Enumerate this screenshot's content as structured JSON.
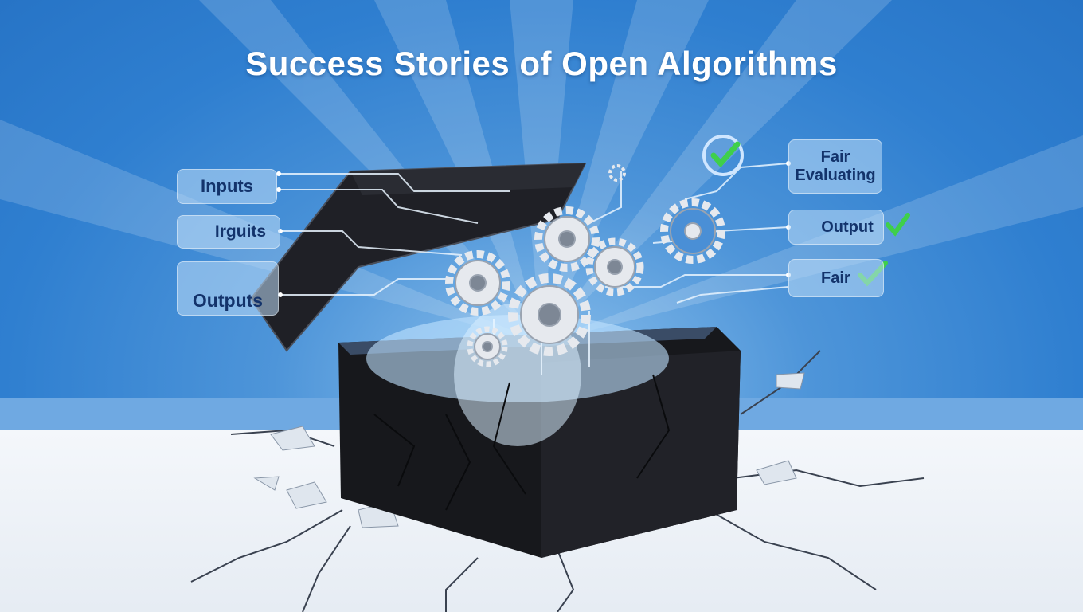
{
  "title": "Success Stories of Open Algorithms",
  "left_labels": [
    {
      "text": "Inputs",
      "icon": "device-icon"
    },
    {
      "text": "Irguits",
      "icon": "circuit-board-icon"
    },
    {
      "text": "Outputs",
      "icon": "chart-pen-icon"
    }
  ],
  "right_labels": [
    {
      "line1": "Fair",
      "line2": "Evaluating",
      "icon": "lightbulb-icon"
    },
    {
      "text": "Output",
      "icon": "check-circle-icon"
    },
    {
      "text": "Fair",
      "icon": "lightbulb-icon"
    }
  ],
  "colors": {
    "sky": "#2f7fd0",
    "label_text": "#13336b",
    "check_green": "#3fcf4a",
    "box": "#1c1d22"
  }
}
